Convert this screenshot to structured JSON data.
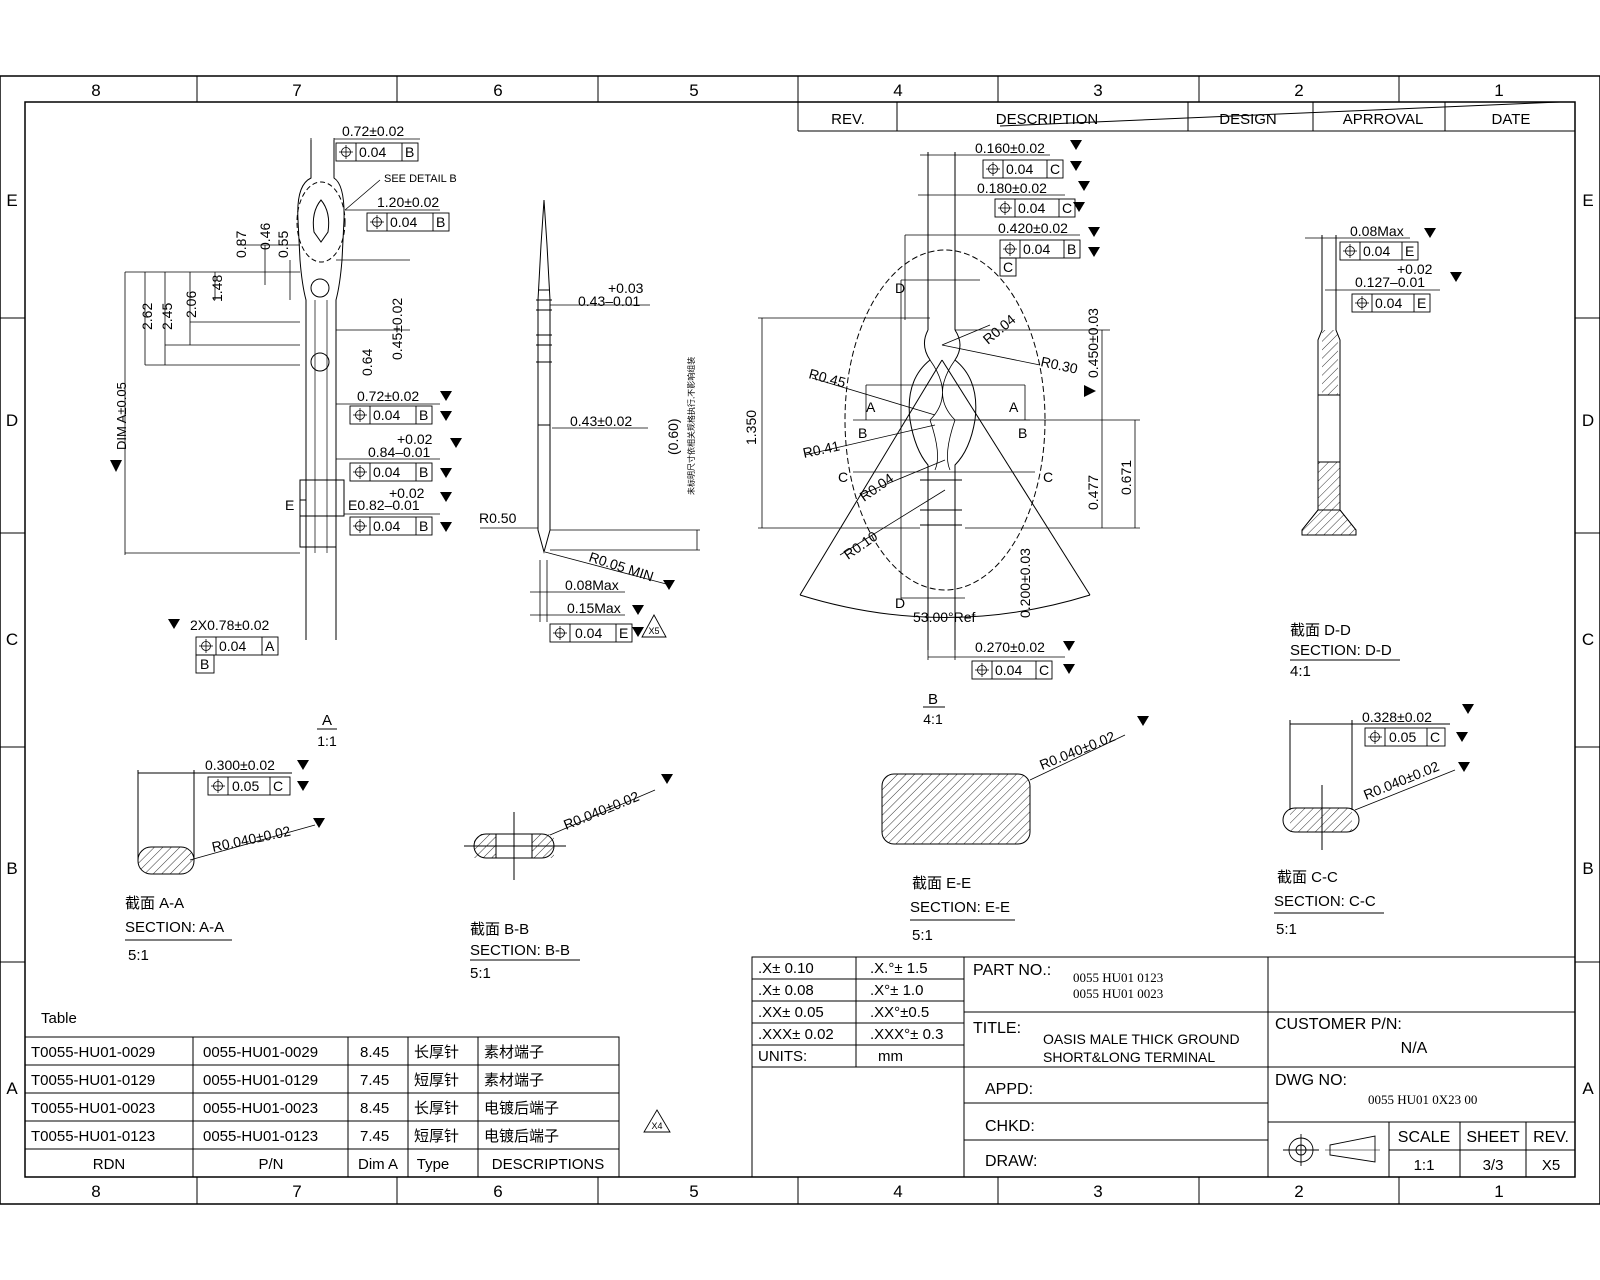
{
  "zones": {
    "cols": [
      "8",
      "7",
      "6",
      "5",
      "4",
      "3",
      "2",
      "1"
    ],
    "rows": [
      "E",
      "D",
      "C",
      "B",
      "A"
    ]
  },
  "revision_block": {
    "rev": "REV.",
    "description": "DESCRIPTION",
    "design": "DESIGN",
    "approval": "APRROVAL",
    "date": "DATE"
  },
  "view_a": {
    "dims": [
      "0.72±0.02",
      "0.04",
      "B",
      "SEE DETAIL B",
      "1.20±0.02",
      "0.04",
      "B",
      "0.87",
      "0.46",
      "0.55",
      "1.48",
      "2.06",
      "2.45",
      "2.62",
      "0.45±0.02",
      "0.64",
      "0.72±0.02",
      "0.04",
      "B",
      "+0.02",
      "0.84–0.01",
      "0.04",
      "B",
      "+0.02",
      "E",
      "E0.82–0.01",
      "0.04",
      "B",
      "DIM A±0.05",
      "2X0.78±0.02",
      "0.04",
      "A",
      "B"
    ],
    "label": "A",
    "scale": "1:1"
  },
  "view_side": {
    "dims": [
      "+0.03",
      "0.43–0.01",
      "0.43±0.02",
      "(0.60)",
      "R0.50",
      "R0.05 MIN",
      "0.08Max",
      "0.15Max",
      "0.04",
      "E",
      "X5"
    ],
    "note": "未标明尺寸依相关规格执行,不影响组装"
  },
  "detail_b": {
    "dims": [
      "0.160±0.02",
      "0.04",
      "C",
      "0.180±0.02",
      "0.04",
      "C",
      "0.420±0.02",
      "0.04",
      "B",
      "C",
      "0.450±0.03",
      "R0.04",
      "R0.30",
      "R0.45",
      "A",
      "A",
      "B",
      "B",
      "R0.41",
      "C",
      "C",
      "R0.04",
      "1.350",
      "0.477",
      "0.671",
      "R0.10",
      "D",
      "D",
      "0.200±0.03",
      "53.00°Ref",
      "0.270±0.02",
      "0.04",
      "C"
    ],
    "label": "B",
    "scale": "4:1"
  },
  "section_dd": {
    "dims": [
      "0.08Max",
      "0.04",
      "E",
      "+0.02",
      "0.127–0.01",
      "0.04",
      "E"
    ],
    "cn": "截面 D-D",
    "title": "SECTION: D-D",
    "scale": "4:1"
  },
  "section_aa": {
    "dims": [
      "0.300±0.02",
      "0.05",
      "C",
      "R0.040±0.02"
    ],
    "cn": "截面 A-A",
    "title": "SECTION: A-A",
    "scale": "5:1"
  },
  "section_bb": {
    "dims": [
      "R0.040±0.02"
    ],
    "cn": "截面 B-B",
    "title": "SECTION: B-B",
    "scale": "5:1"
  },
  "section_ee": {
    "dims": [
      "R0.040±0.02"
    ],
    "cn": "截面 E-E",
    "title": "SECTION: E-E",
    "scale": "5:1"
  },
  "section_cc": {
    "dims": [
      "0.328±0.02",
      "0.05",
      "C",
      "R0.040±0.02"
    ],
    "cn": "截面 C-C",
    "title": "SECTION: C-C",
    "scale": "5:1"
  },
  "marker_x4": "X4",
  "table": {
    "title": "Table",
    "rows": [
      [
        "T0055-HU01-0029",
        "0055-HU01-0029",
        "8.45",
        "长厚针",
        "素材端子"
      ],
      [
        "T0055-HU01-0129",
        "0055-HU01-0129",
        "7.45",
        "短厚针",
        "素材端子"
      ],
      [
        "T0055-HU01-0023",
        "0055-HU01-0023",
        "8.45",
        "长厚针",
        "电镀后端子"
      ],
      [
        "T0055-HU01-0123",
        "0055-HU01-0123",
        "7.45",
        "短厚针",
        "电镀后端子"
      ]
    ],
    "headers": [
      "RDN",
      "P/N",
      "Dim A",
      "Type",
      "DESCRIPTIONS"
    ]
  },
  "tolerances": [
    [
      ".X± 0.10",
      ".X.°± 1.5"
    ],
    [
      ".X± 0.08",
      ".X°± 1.0"
    ],
    [
      ".XX± 0.05",
      ".XX°±0.5"
    ],
    [
      ".XXX± 0.02",
      ".XXX°± 0.3"
    ],
    [
      "UNITS:",
      "mm"
    ]
  ],
  "title_block": {
    "part_no_label": "PART NO.:",
    "part_no_values": [
      "0055 HU01 0123",
      "0055 HU01 0023"
    ],
    "title_label": "TITLE:",
    "title_lines": [
      "OASIS MALE THICK GROUND",
      "SHORT&LONG  TERMINAL"
    ],
    "customer_pn_label": "CUSTOMER P/N:",
    "customer_pn": "N/A",
    "dwg_no_label": "DWG NO:",
    "dwg_no": "0055 HU01 0X23 00",
    "appd": "APPD:",
    "chkd": "CHKD:",
    "draw": "DRAW:",
    "scale_label": "SCALE",
    "sheet_label": "SHEET",
    "rev_label": "REV.",
    "scale": "1:1",
    "sheet": "3/3",
    "rev": "X5"
  }
}
